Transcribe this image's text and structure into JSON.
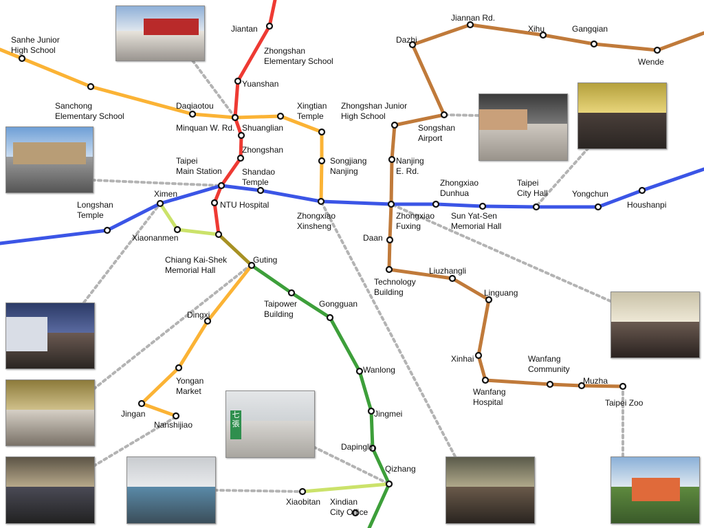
{
  "lines": {
    "red": "#ee3a33",
    "blue": "#3b55e6",
    "orange": "#fbb335",
    "brown": "#c07a3a",
    "green": "#3d9f3a",
    "lightgreen": "#cbe26a",
    "olive": "#a79124",
    "connector": "#b3b3b3"
  },
  "stations": {
    "jiantan": "Jiantan",
    "yuanshan": "Yuanshan",
    "minquan": "Minquan W. Rd.",
    "shuanglian": "Shuanglian",
    "zhongshan": "Zhongshan",
    "taipei_main": "Taipei\nMain Station",
    "ntu_hospital": "NTU Hospital",
    "ckshek": "Chiang Kai-Shek\nMemorial Hall",
    "guting": "Guting",
    "taipower": "Taipower\nBuilding",
    "gongguan": "Gongguan",
    "wanlong": "Wanlong",
    "jingmei": "Jingmei",
    "dapinglin": "Dapinglin",
    "qizhang": "Qizhang",
    "xindian_city": "Xindian\nCity Office",
    "xiaobitan": "Xiaobitan",
    "sanhe": "Sanhe Junior\nHigh School",
    "sanchong": "Sanchong\nElementary School",
    "daqiaotou": "Daqiaotou",
    "zhongshan_elem": "Zhongshan\nElementary School",
    "xingtian": "Xingtian\nTemple",
    "songjiang": "Songjiang\nNanjing",
    "zhongxiao_xinsheng": "Zhongxiao\nXinsheng",
    "dingxi": "Dingxi",
    "yongan": "Yongan\nMarket",
    "jingan": "Jingan",
    "nanshijiao": "Nanshijiao",
    "longshan": "Longshan\nTemple",
    "ximen": "Ximen",
    "xiaonanmen": "Xiaonanmen",
    "shandao": "Shandao\nTemple",
    "zhongxiao_fuxing": "Zhongxiao\nFuxing",
    "zhongxiao_dunhua": "Zhongxiao\nDunhua",
    "sun_yatsen": "Sun Yat-Sen\nMemorial Hall",
    "taipei_city_hall": "Taipei\nCity Hall",
    "yongchun": "Yongchun",
    "houshanpi": "Houshanpi",
    "dazhi": "Dazhi",
    "jiannan": "Jiannan Rd.",
    "xihu": "Xihu",
    "gangqian": "Gangqian",
    "wende": "Wende",
    "songshan_airport": "Songshan\nAirport",
    "zhongshan_jh": "Zhongshan Junior\nHigh School",
    "nanjing_e": "Nanjing\nE. Rd.",
    "daan": "Daan",
    "tech_building": "Technology\nBuilding",
    "liuzhangli": "Liuzhangli",
    "linguang": "Linguang",
    "xinhai": "Xinhai",
    "wanfang_hospital": "Wanfang\nHospital",
    "wanfang_community": "Wanfang\nCommunity",
    "muzha": "Muzha",
    "taipei_zoo": "Taipei Zoo"
  },
  "photo_sign": "七\n張"
}
